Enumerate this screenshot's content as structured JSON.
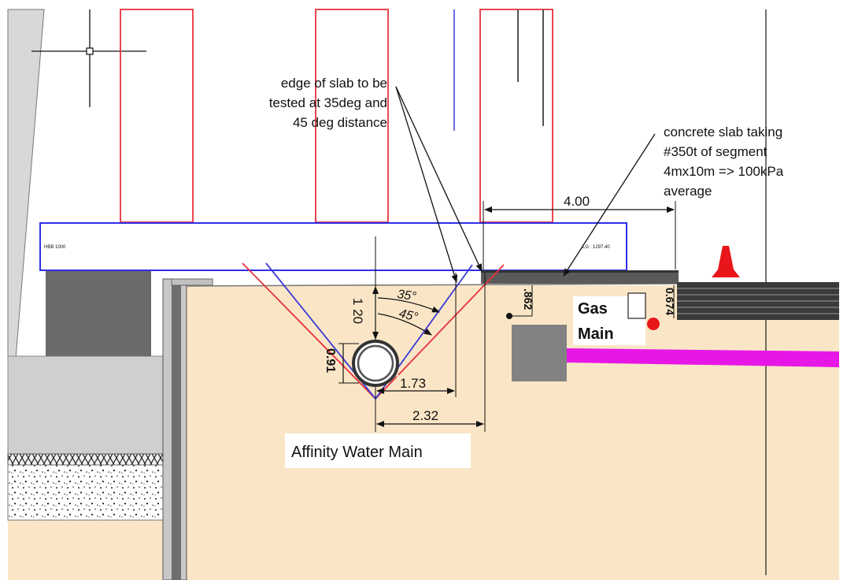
{
  "annotations": {
    "edge_note": [
      "edge of slab to be",
      "tested at 35deg and",
      "45 deg distance"
    ],
    "slab_note": [
      "concrete slab taking",
      "#350t of segment",
      "4mx10m => 100kPa",
      "average"
    ]
  },
  "dimensions": {
    "slab_width": "4.00",
    "depth": "1 20",
    "pipe_diameter": "0.91",
    "offset_45": "1.73",
    "offset_35": "2.32",
    "right_depth_1": ".862",
    "right_depth_2": "0.674"
  },
  "angles": {
    "angle_35": "35°",
    "angle_45": "45°"
  },
  "labels": {
    "water_main": "Affinity Water Main",
    "gas_main_line1": "Gas",
    "gas_main_line2": "Main",
    "beam_left_tag": "HBB 1000",
    "beam_right_tag": "LG : 1297.40"
  },
  "colors": {
    "soil": "#fae6c6",
    "red_lines": "#e8323c",
    "blue_lines": "#3a3ad6",
    "gas_text": "#e8161a",
    "gas_pipe": "#e617e6",
    "slab_dark": "#5a5a5a",
    "cone": "#e8161a",
    "grey_block": "#828282",
    "beam_outline": "#2f2fe6"
  }
}
